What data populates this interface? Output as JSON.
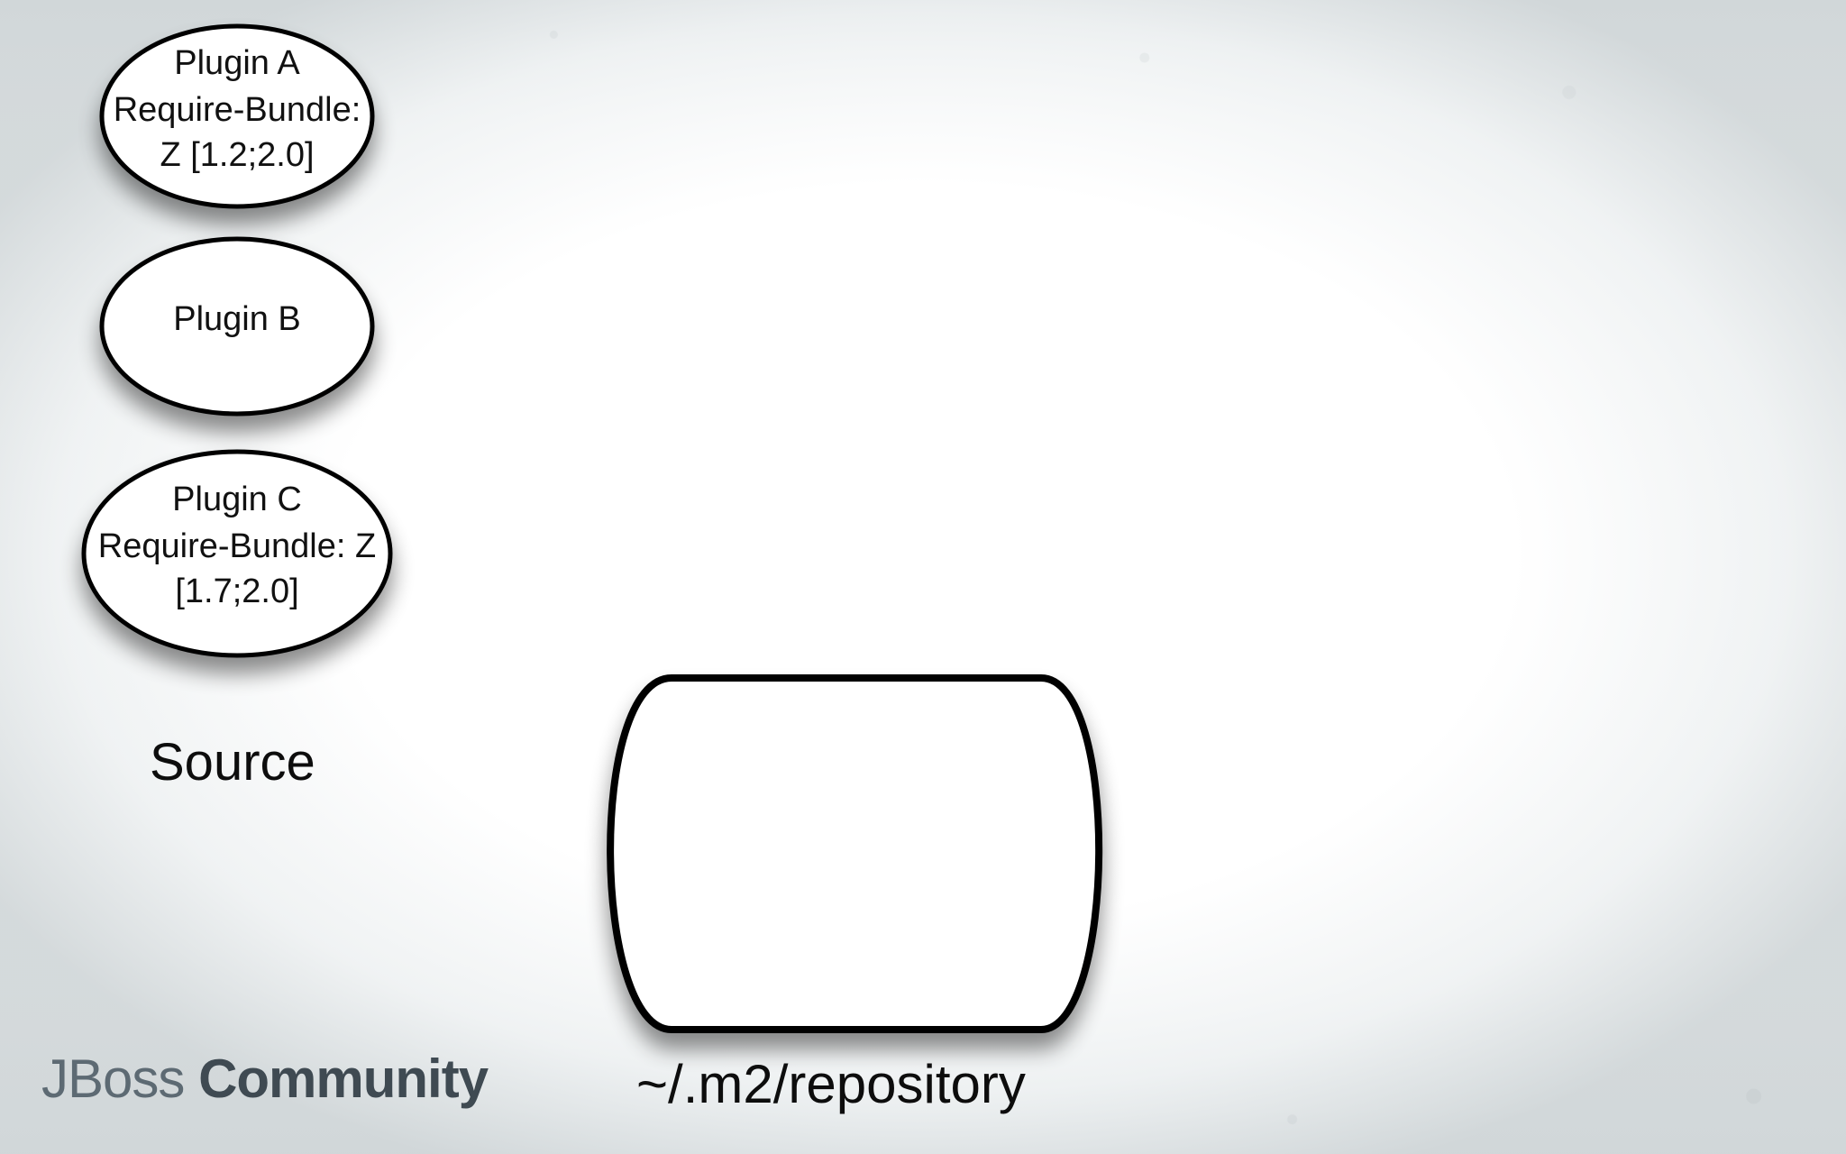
{
  "diagram": {
    "nodes": [
      {
        "id": "plugin-a",
        "lines": [
          "Plugin A",
          "Require-Bundle:",
          "Z [1.2;2.0]"
        ]
      },
      {
        "id": "plugin-b",
        "lines": [
          "Plugin B"
        ]
      },
      {
        "id": "plugin-c",
        "lines": [
          "Plugin C",
          "Require-Bundle: Z",
          "[1.7;2.0]"
        ]
      }
    ],
    "source_label": "Source",
    "repository_label": "~/.m2/repository"
  },
  "logo": {
    "part1": "JBoss",
    "part2": "Community"
  }
}
